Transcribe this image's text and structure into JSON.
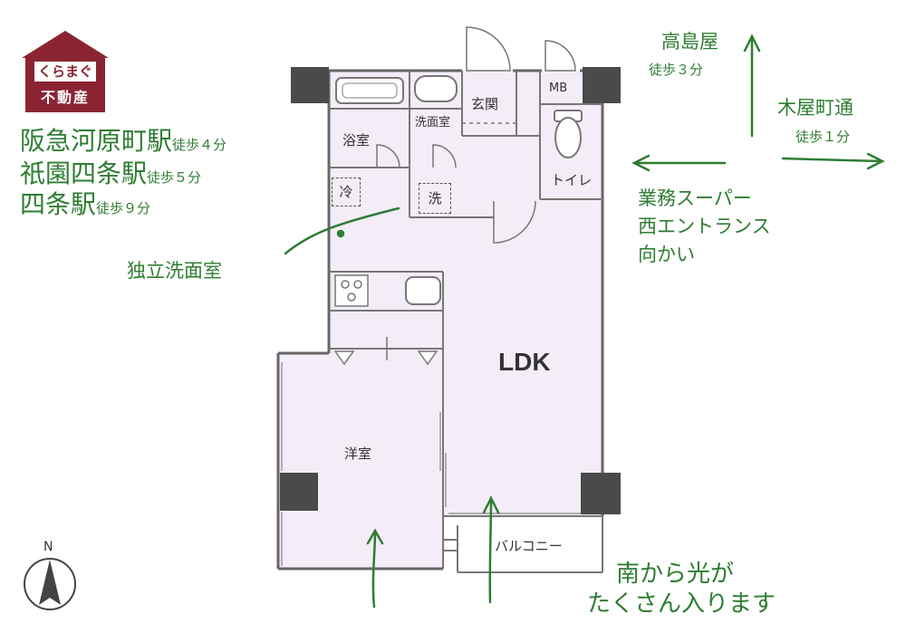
{
  "logo": {
    "line1": "くらまぐち",
    "line2": "不動産"
  },
  "access": [
    {
      "station": "阪急河原町駅",
      "walk": "徒歩４分"
    },
    {
      "station": "祇園四条駅",
      "walk": "徒歩５分"
    },
    {
      "station": "四条駅",
      "walk": "徒歩９分"
    }
  ],
  "features": {
    "washroom": "独立洗面室"
  },
  "directions": {
    "north_label": "高島屋",
    "north_walk": "徒歩３分",
    "east_label": "木屋町通",
    "east_walk": "徒歩１分",
    "west_line1": "業務スーパー",
    "west_line2": "西エントランス",
    "west_line3": "向かい"
  },
  "sunlight": {
    "line1": "南から光が",
    "line2": "たくさん入ります"
  },
  "rooms": {
    "bath": "浴室",
    "washroom": "洗面室",
    "entrance": "玄関",
    "mb": "MB",
    "toilet": "トイレ",
    "fridge": "冷",
    "washer": "洗",
    "ldk": "LDK",
    "western": "洋室",
    "balcony": "バルコニー"
  },
  "compass": {
    "label": "N"
  },
  "colors": {
    "accent_green": "#2e7d32",
    "logo_red": "#8a2433",
    "floor_fill": "#f4ecf6",
    "pillar": "#4a4a4a"
  }
}
